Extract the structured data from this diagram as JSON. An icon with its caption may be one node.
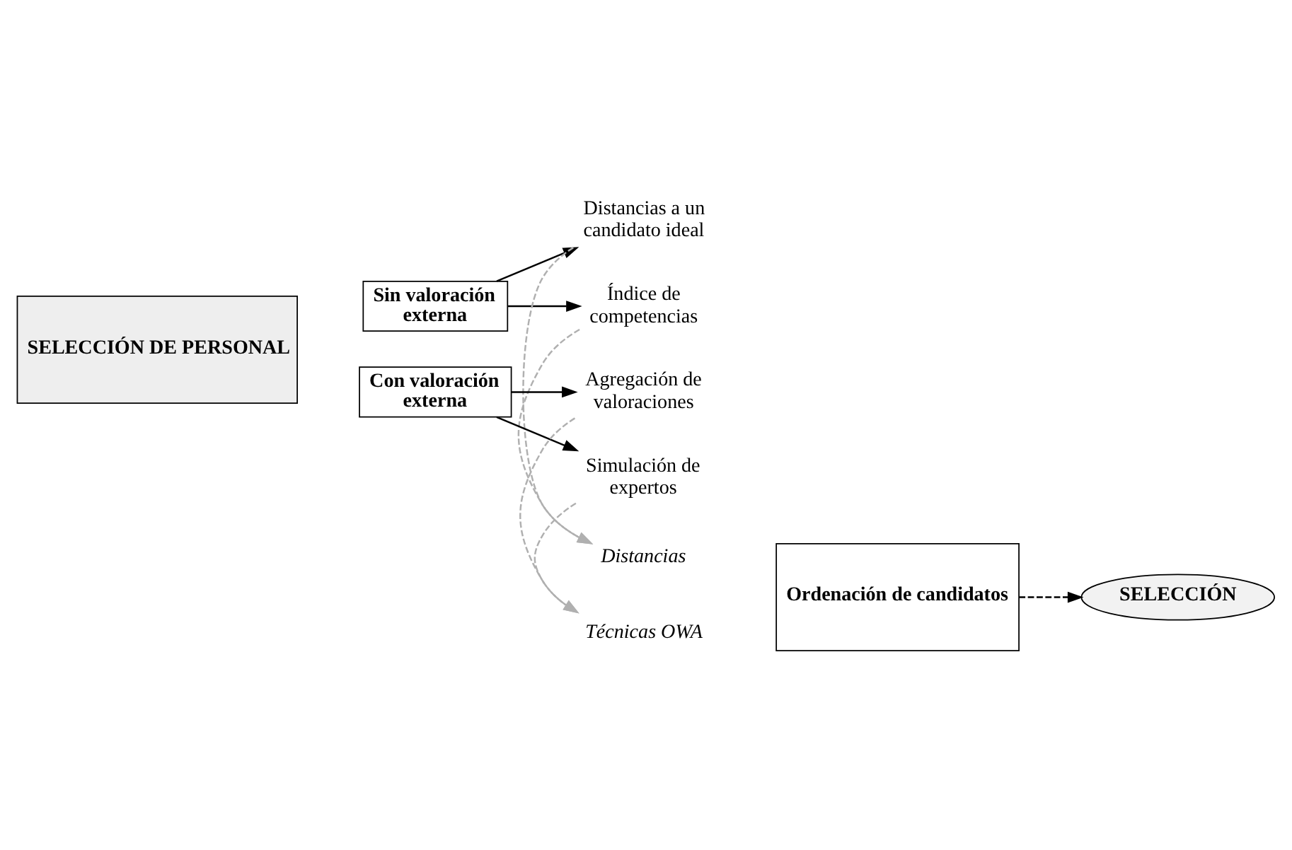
{
  "diagram": {
    "nodes": [
      {
        "text": [
          "SELECCIÓN DE PERSONAL"
        ]
      },
      {
        "text": [
          "Sin valoración externa"
        ]
      },
      {
        "text": [
          "Distancias a un candidato ideal"
        ]
      },
      {
        "text": [
          "Distancias"
        ]
      },
      {
        "text": [
          "Índice de competencias"
        ]
      },
      {
        "text": [
          "Con valoración externa"
        ]
      },
      {
        "text": [
          "Agregación de valoraciones"
        ]
      },
      {
        "text": [
          "Técnicas OWA"
        ]
      },
      {
        "text": [
          "Simulación de expertos"
        ]
      },
      {
        "text": [
          "Ordenación de candidatos"
        ]
      },
      {
        "text": [
          "SELECCIÓN"
        ]
      }
    ],
    "edges": [
      {
        "from": 1,
        "to": 2,
        "arrow": "to"
      },
      {
        "from": 1,
        "to": 4,
        "arrow": "to"
      },
      {
        "from": 2,
        "to": 3,
        "arrow": "to",
        "style": "dashed",
        "color": "#b0b0b0"
      },
      {
        "from": 4,
        "to": 3,
        "arrow": "to",
        "style": "dashed",
        "color": "#b0b0b0"
      },
      {
        "from": 5,
        "to": 6,
        "arrow": "to"
      },
      {
        "from": 5,
        "to": 8,
        "arrow": "to"
      },
      {
        "from": 6,
        "to": 7,
        "arrow": "to",
        "style": "dashed",
        "color": "#b0b0b0"
      },
      {
        "from": 8,
        "to": 7,
        "arrow": "to",
        "style": "dashed",
        "color": "#b0b0b0"
      },
      {
        "from": 9,
        "to": 10,
        "arrow": "to",
        "style": "dashed"
      }
    ]
  }
}
